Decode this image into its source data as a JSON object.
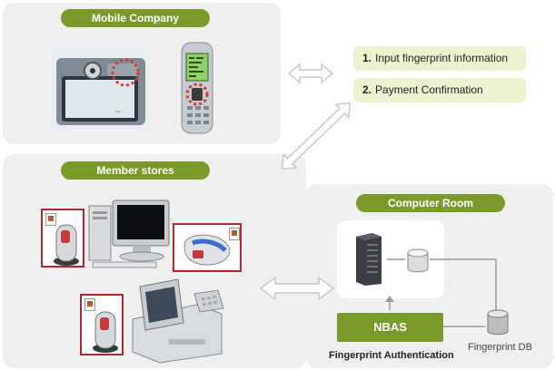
{
  "sections": {
    "mobile_company": "Mobile Company",
    "member_stores": "Member stores",
    "computer_room": "Computer Room"
  },
  "steps": [
    {
      "num": "1.",
      "text": "Input fingerprint information"
    },
    {
      "num": "2.",
      "text": "Payment Confirmation"
    }
  ],
  "nodes": {
    "nbas": "NBAS",
    "fingerprint_auth": "Fingerprint Authentication",
    "fingerprint_db": "Fingerprint DB"
  },
  "colors": {
    "accent_green": "#7a9a2c",
    "step_bg": "#eef1cf",
    "panel_bg": "#efefef",
    "highlight_red": "#b0262a"
  }
}
